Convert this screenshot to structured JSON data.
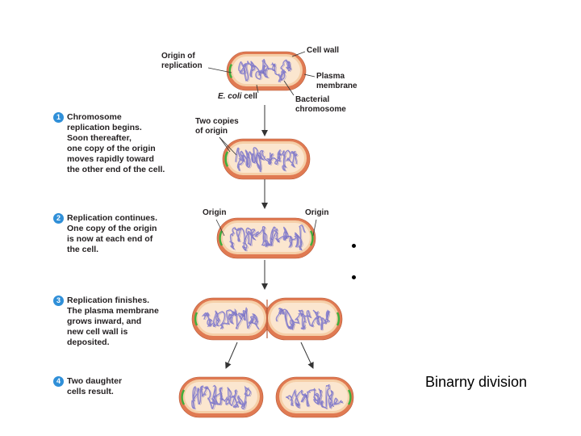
{
  "labels": {
    "origin_of_replication": "Origin of\nreplication",
    "cell_wall": "Cell wall",
    "plasma_membrane": "Plasma\nmembrane",
    "ecoli_italic": "E. coli",
    "ecoli_rest": " cell",
    "bacterial_chromosome": "Bacterial\nchromosome",
    "two_copies_of_origin": "Two copies\nof origin",
    "origin_left": "Origin",
    "origin_right": "Origin"
  },
  "steps": [
    {
      "number": "1",
      "text": "Chromosome\nreplication begins.\nSoon thereafter,\none copy of the origin\nmoves rapidly toward\nthe other end of the cell."
    },
    {
      "number": "2",
      "text": "Replication continues.\nOne copy of the origin\nis now at each end of\nthe cell."
    },
    {
      "number": "3",
      "text": "Replication finishes.\nThe plasma membrane\ngrows inward, and\nnew cell wall is\ndeposited."
    },
    {
      "number": "4",
      "text": "Two daughter\ncells result."
    }
  ],
  "caption": "Binarny division",
  "colors": {
    "cell_wall": "#e07a52",
    "cell_interior": "#fbe6cf",
    "membrane_rim": "#f5cfa8",
    "chromosome": "#8e86cf",
    "origin": "#3fae3c",
    "step_badge": "#2f8fd8",
    "arrow": "#333333"
  }
}
